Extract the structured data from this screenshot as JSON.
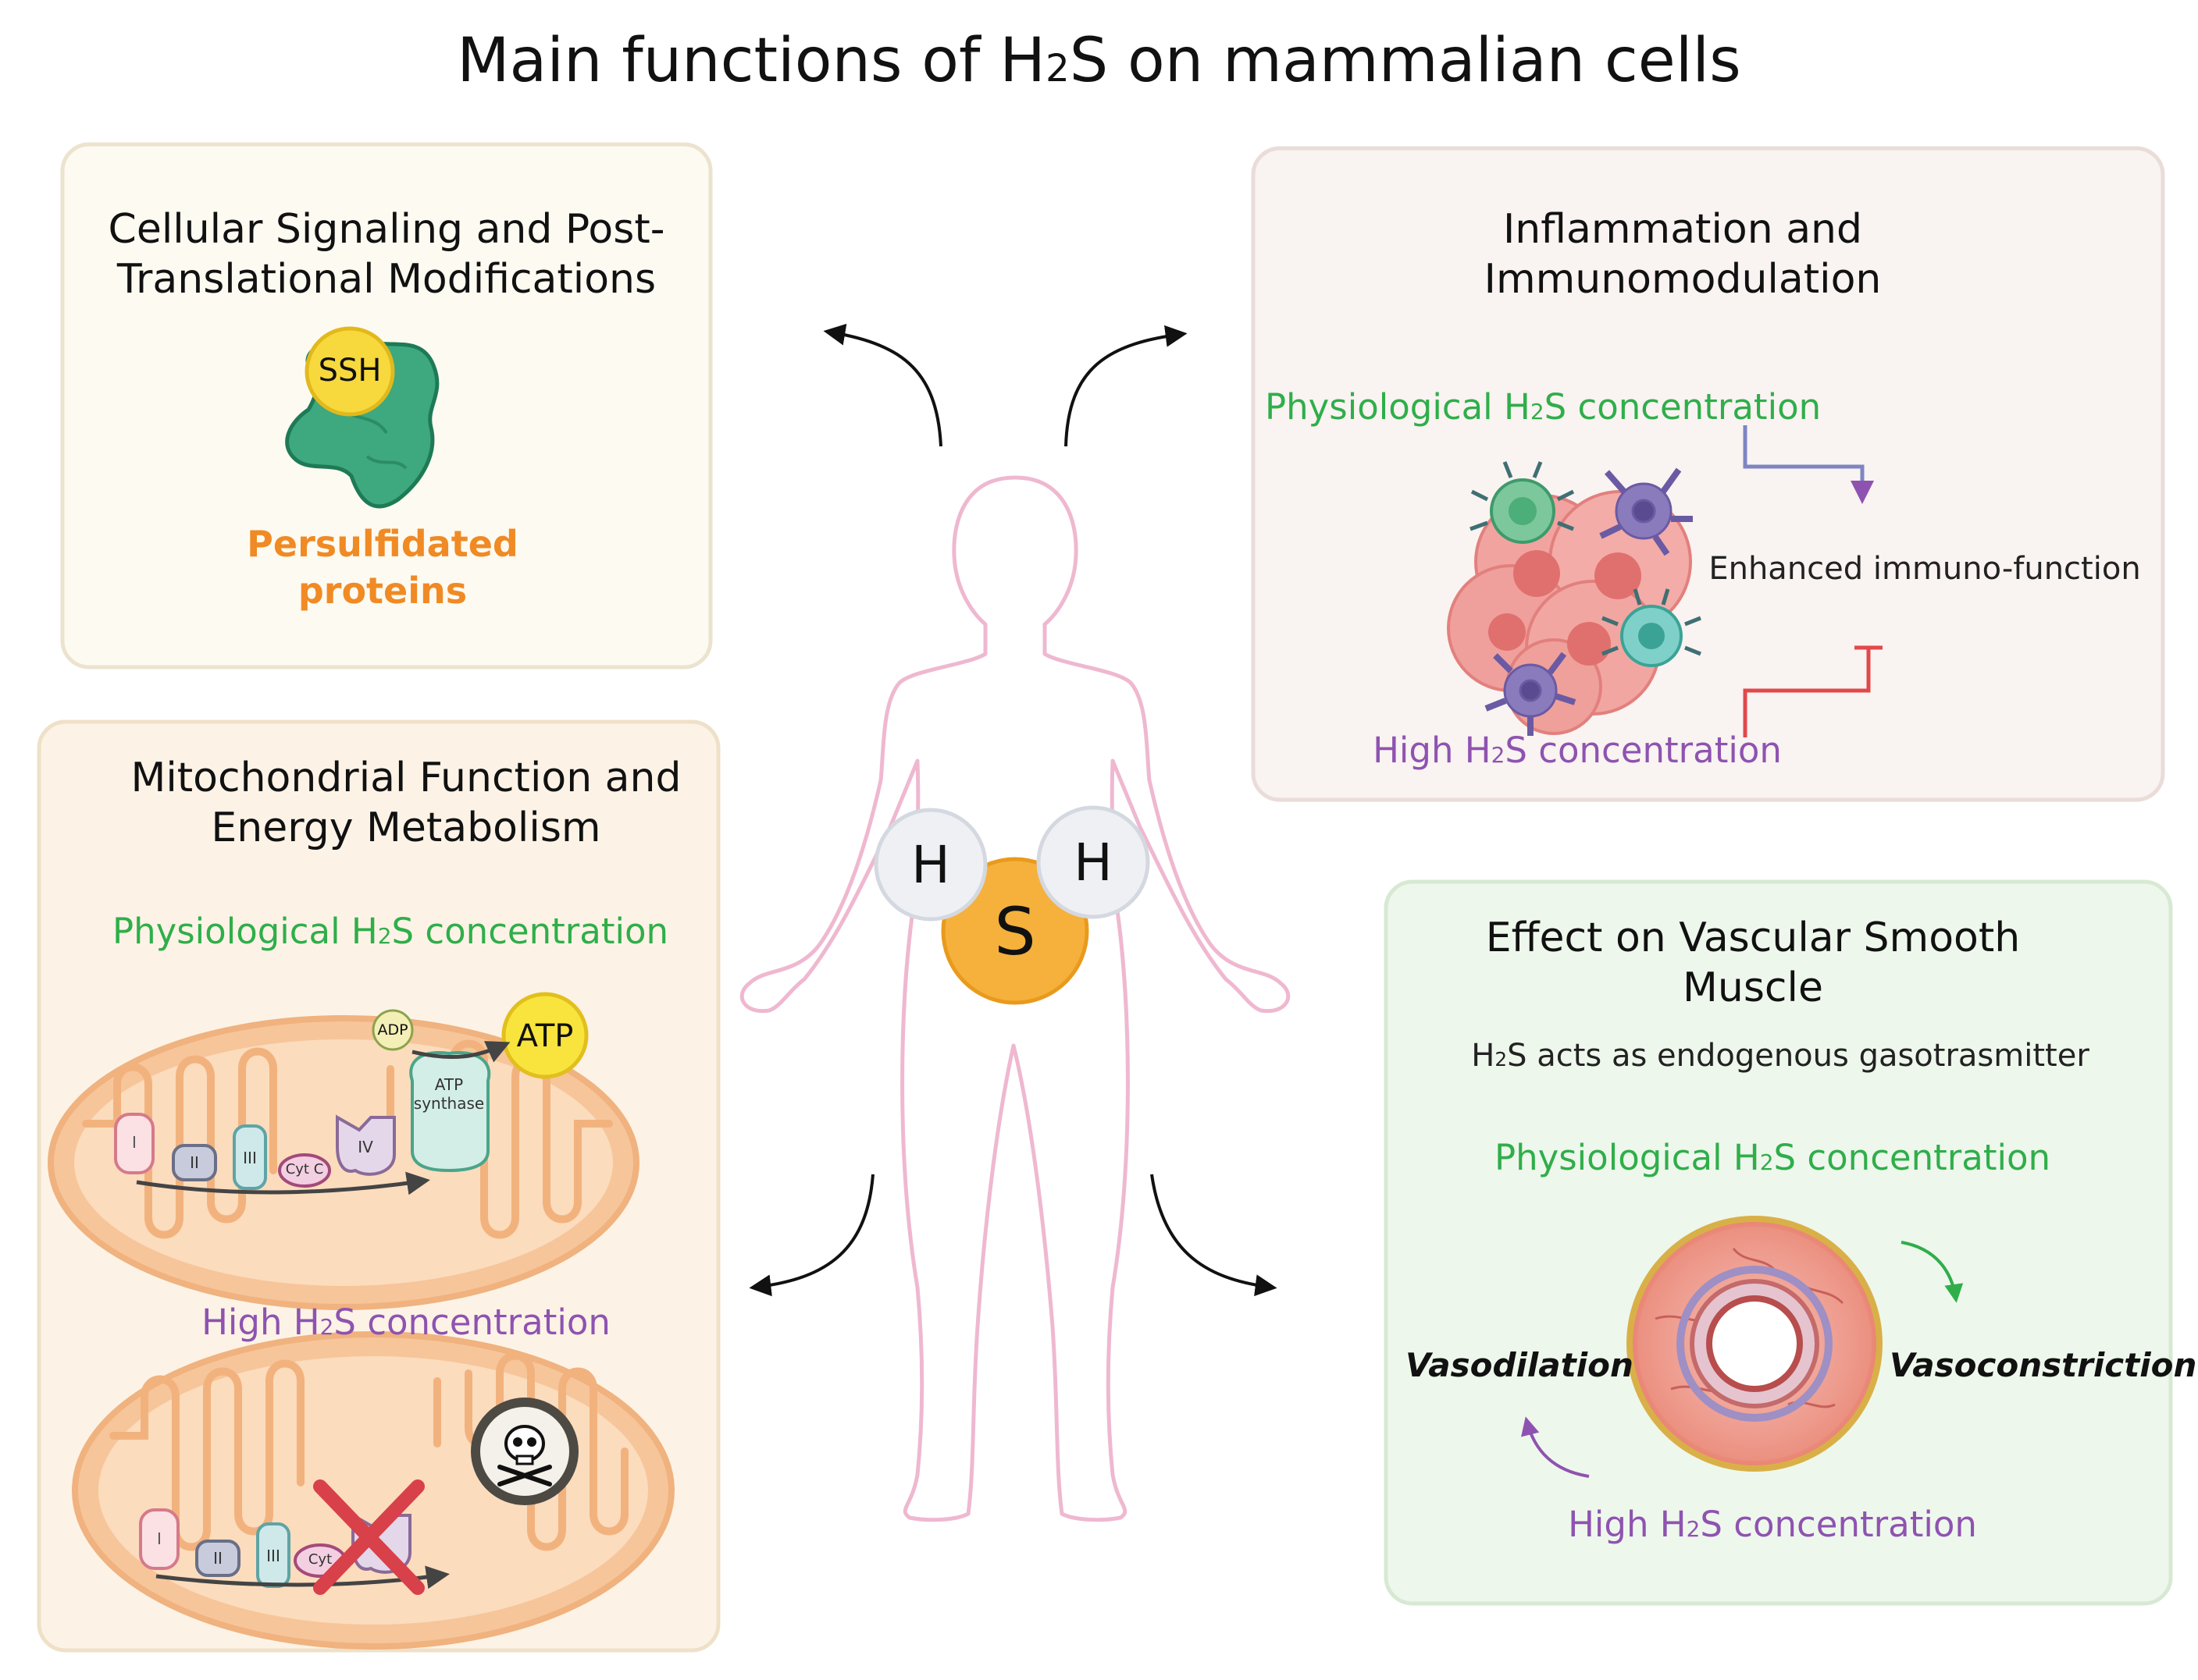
{
  "title": {
    "main": "Main functions of H",
    "sub": "2",
    "rest": "S on mammalian cells"
  },
  "molecule": {
    "h_left": "H",
    "h_right": "H",
    "s": "S"
  },
  "panels": {
    "signaling": {
      "title_line1": "Cellular Signaling and Post-",
      "title_line2": "Translational Modifications",
      "ssh_label": "SSH",
      "protein_line1": "Persulfidated",
      "protein_line2": "proteins"
    },
    "inflammation": {
      "title_line1": "Inflammation and",
      "title_line2": "Immunomodulation",
      "physio_a": "Physiological H",
      "physio_sub": "2",
      "physio_b": "S concentration",
      "effect": "Enhanced immuno-function",
      "high_a": "High H",
      "high_sub": "2",
      "high_b": "S concentration"
    },
    "mitochondria": {
      "title_line1": "Mitochondrial Function and",
      "title_line2": "Energy Metabolism",
      "physio_a": "Physiological H",
      "physio_sub": "2",
      "physio_b": "S concentration",
      "high_a": "High H",
      "high_sub": "2",
      "high_b": "S concentration",
      "adp": "ADP",
      "atp": "ATP",
      "synthase_line1": "ATP",
      "synthase_line2": "synthase",
      "complex_1": "I",
      "complex_2": "II",
      "complex_3": "III",
      "cyt_c": "Cyt C",
      "complex_4": "IV",
      "cyt_c_short": "Cyt"
    },
    "vascular": {
      "title_line1": "Effect on Vascular Smooth",
      "title_line2": "Muscle",
      "desc_a": "H",
      "desc_sub": "2",
      "desc_b": "S acts as endogenous gasotrasmitter",
      "physio_a": "Physiological H",
      "physio_sub": "2",
      "physio_b": "S concentration",
      "vasodilation": "Vasodilation",
      "vasoconstriction": "Vasoconstriction",
      "high_a": "High H",
      "high_sub": "2",
      "high_b": "S concentration"
    }
  },
  "colors": {
    "green_text": "#2fae4a",
    "purple_text": "#8e53b0",
    "orange_text": "#f08a24",
    "signaling_bg": "#fdfaf1",
    "inflammation_bg": "#f9f3f1",
    "mitochondria_bg": "#fcf3e6",
    "vascular_bg": "#eef7ec"
  }
}
